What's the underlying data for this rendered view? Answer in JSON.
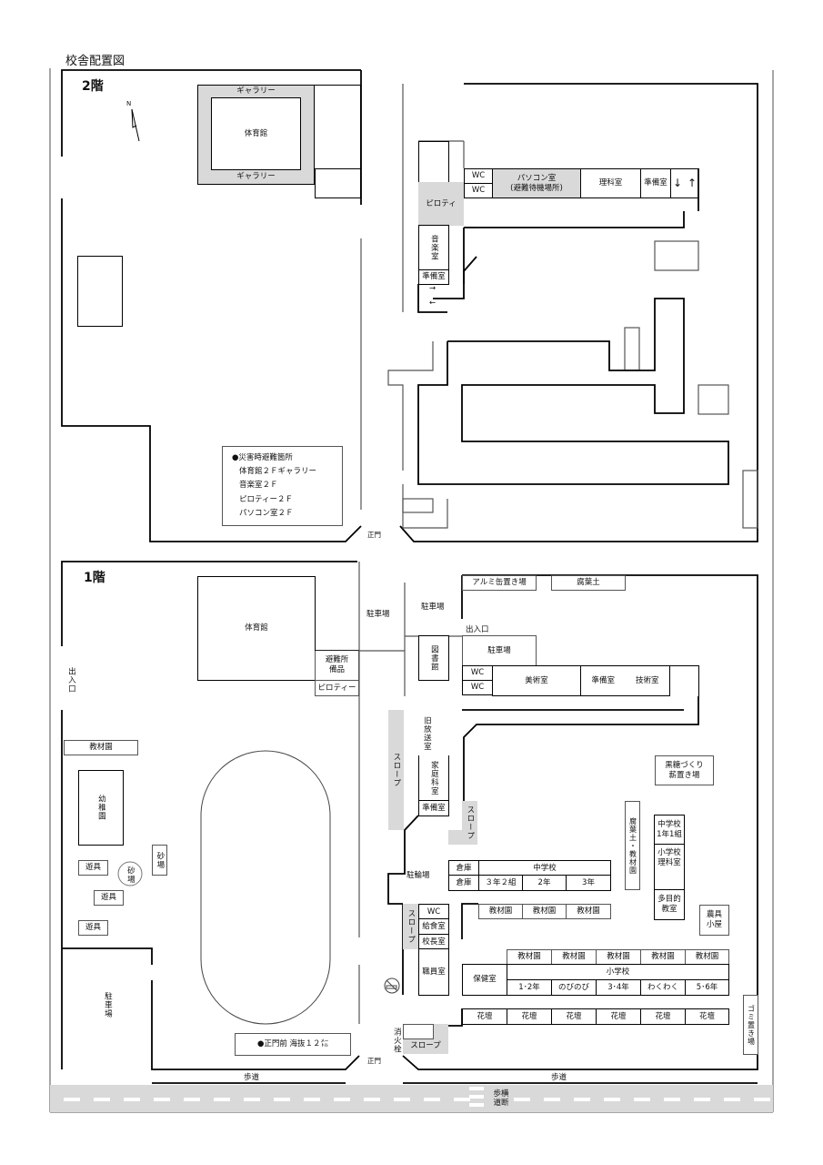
{
  "title": "校舎配置図",
  "floor2": {
    "label": "2階",
    "north": "N",
    "gallery_top": "ギャラリー",
    "gym": "体育館",
    "gallery_bottom": "ギャラリー",
    "piloti": "ピロティ",
    "music_room": "音楽室",
    "music_prep": "準備室",
    "wc_1": "WC",
    "wc_2": "WC",
    "pc_room": "パソコン室",
    "pc_note": "(避難待機場所)",
    "science_room": "理科室",
    "science_prep": "準備室",
    "arrow_down": "↓",
    "arrow_up": "↑",
    "arrow_right": "→",
    "arrow_left": "←",
    "gate": "正門",
    "evacuation": {
      "title": "●災害時避難箇所",
      "items": [
        "体育館２Ｆギャラリー",
        "音楽室２Ｆ",
        "ピロティー２Ｆ",
        "パソコン室２Ｆ"
      ]
    }
  },
  "floor1": {
    "label": "1階",
    "entrance_left": "出入口",
    "garden_left": "教材園",
    "kindergarten": "幼稚園",
    "playground_equipment": [
      "遊具",
      "遊具",
      "遊具"
    ],
    "sandbox_round": "砂場",
    "sandbox_rect": "砂場",
    "parking_left": "駐車場",
    "gym": "体育館",
    "evac_supplies": "避難所備品",
    "piloti": "ピロティー",
    "parking_center": "駐車場",
    "parking_top": "駐車場",
    "aluminum_can": "アルミ缶置き場",
    "leaf_mold_top": "腐葉土",
    "entrance_top": "出入口",
    "library": "図書館",
    "parking_right": "駐車場",
    "wc_1": "WC",
    "wc_2": "WC",
    "art_room": "美術室",
    "prep_room": "準備室",
    "tech_room": "技術室",
    "old_broadcast": "旧放送室",
    "home_ec": "家庭科室",
    "home_ec_prep": "準備室",
    "slope_long": "スロープ",
    "slope_mid": "スロープ",
    "slope_office": "スロープ",
    "slope_gate": "スロープ",
    "brown_sugar": "黒糖づくり\n薪置き場",
    "brown_sugar_l1": "黒糖づくり",
    "brown_sugar_l2": "薪置き場",
    "leaf_mold_garden": "腐葉土・教材園",
    "jhs_1_1_l1": "中学校",
    "jhs_1_1_l2": "1年1組",
    "es_science_l1": "小学校",
    "es_science_l2": "理科室",
    "multipurpose_l1": "多目的",
    "multipurpose_l2": "教室",
    "tool_shed": "農具小屋",
    "bicycle_parking": "駐輪場",
    "storage_1": "倉庫",
    "storage_2": "倉庫",
    "jhs_header": "中学校",
    "jhs_classes": [
      "３年２組",
      "2年",
      "3年"
    ],
    "wc_office": "WC",
    "lunch_room": "給食室",
    "principal": "校長室",
    "staff_room": "職員室",
    "gardens_jhs": [
      "教材園",
      "教材園",
      "教材園"
    ],
    "infirmary": "保健室",
    "gardens_es": [
      "教材園",
      "教材園",
      "教材園",
      "教材園",
      "教材園"
    ],
    "es_header": "小学校",
    "es_classes": [
      "1･2年",
      "のびのび",
      "3･4年",
      "わくわく",
      "5･6年"
    ],
    "flower_beds": [
      "花壇",
      "花壇",
      "花壇",
      "花壇",
      "花壇",
      "花壇"
    ],
    "hydrant": "消火栓",
    "garbage": "ゴミ置き場",
    "gate": "正門",
    "elevation": "●正門前 海抜１２㍍",
    "sidewalk_left": "歩道",
    "sidewalk_right": "歩道",
    "crosswalk_l1": "歩横",
    "crosswalk_l2": "道断"
  }
}
